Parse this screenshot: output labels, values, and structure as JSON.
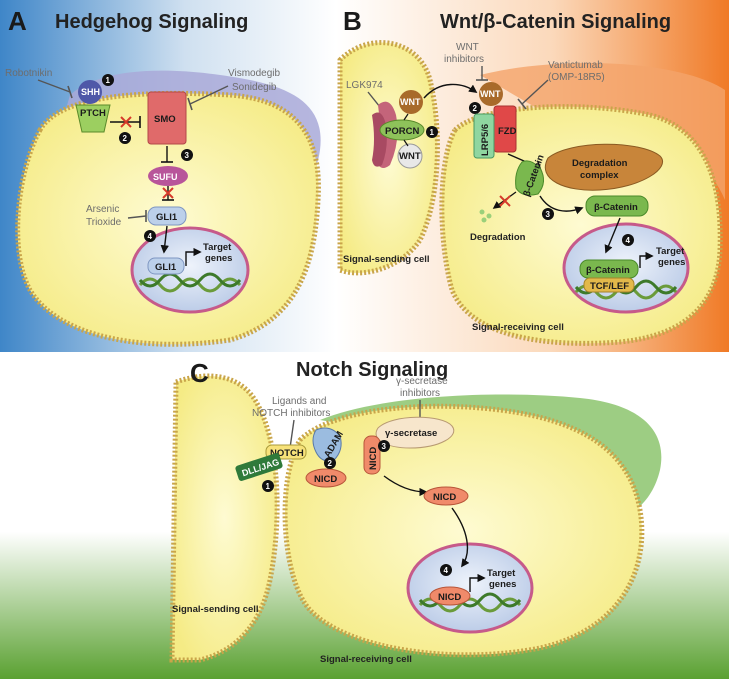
{
  "panels": {
    "a": {
      "letter": "A",
      "title": "Hedgehog Signaling",
      "labels": {
        "robotnikin": "Robotnikin",
        "shh": "SHH",
        "ptch": "PTCH",
        "smo": "SMO",
        "vismodegib": "Vismodegib",
        "sonidegib": "Sonidegib",
        "sufu": "SUFU",
        "arsenic": "Arsenic",
        "trioxide": "Trioxide",
        "gli1": "GLI1",
        "gli1_nuc": "GLI1",
        "target1": "Target",
        "target2": "genes"
      },
      "steps": [
        "1",
        "2",
        "3",
        "4"
      ]
    },
    "b": {
      "letter": "B",
      "title": "Wnt/β-Catenin Signaling",
      "labels": {
        "wnt_inh1": "WNT",
        "wnt_inh2": "inhibitors",
        "vanti1": "Vantictumab",
        "vanti2": "(OMP-18R5)",
        "lgk974": "LGK974",
        "porcn": "PORCN",
        "wnt_a": "WNT",
        "wnt_b": "WNT",
        "wnt_c": "WNT",
        "fzd": "FZD",
        "lrp": "LRP5/6",
        "degr1": "Degradation",
        "degr2": "complex",
        "bcat1": "β-Catenin",
        "bcat2": "β-Catenin",
        "bcat3": "β-Catenin",
        "tcf": "TCF/LEF",
        "degradation": "Degradation",
        "target1": "Target",
        "target2": "genes",
        "sending": "Signal-sending cell",
        "receiving": "Signal-receiving cell"
      },
      "steps": [
        "1",
        "2",
        "3",
        "4"
      ]
    },
    "c": {
      "letter": "C",
      "title": "Notch Signaling",
      "labels": {
        "lig1": "Ligands and",
        "lig2": "NOTCH inhibitors",
        "gs1": "γ-secretase",
        "gs2": "inhibitors",
        "gsec": "γ-secretase",
        "notch": "NOTCH",
        "dll": "DLL/JAG",
        "adam": "ADAM",
        "nicd1": "NICD",
        "nicd2": "NICD",
        "nicd3": "NICD",
        "nicd4": "NICD",
        "target1": "Target",
        "target2": "genes",
        "sending": "Signal-sending cell",
        "receiving": "Signal-receiving cell"
      },
      "steps": [
        "1",
        "2",
        "3",
        "4"
      ]
    }
  },
  "colors": {
    "hh_bg_left": "#3f86c8",
    "wnt_bg_right": "#f07a26",
    "notch_bg_bottom": "#5aa131",
    "cytoplasm": "#fbf5a6",
    "membrane": "#c9a54a",
    "nucleus": "#cdd9ec",
    "inhibitor_red": "#d63a2a"
  }
}
